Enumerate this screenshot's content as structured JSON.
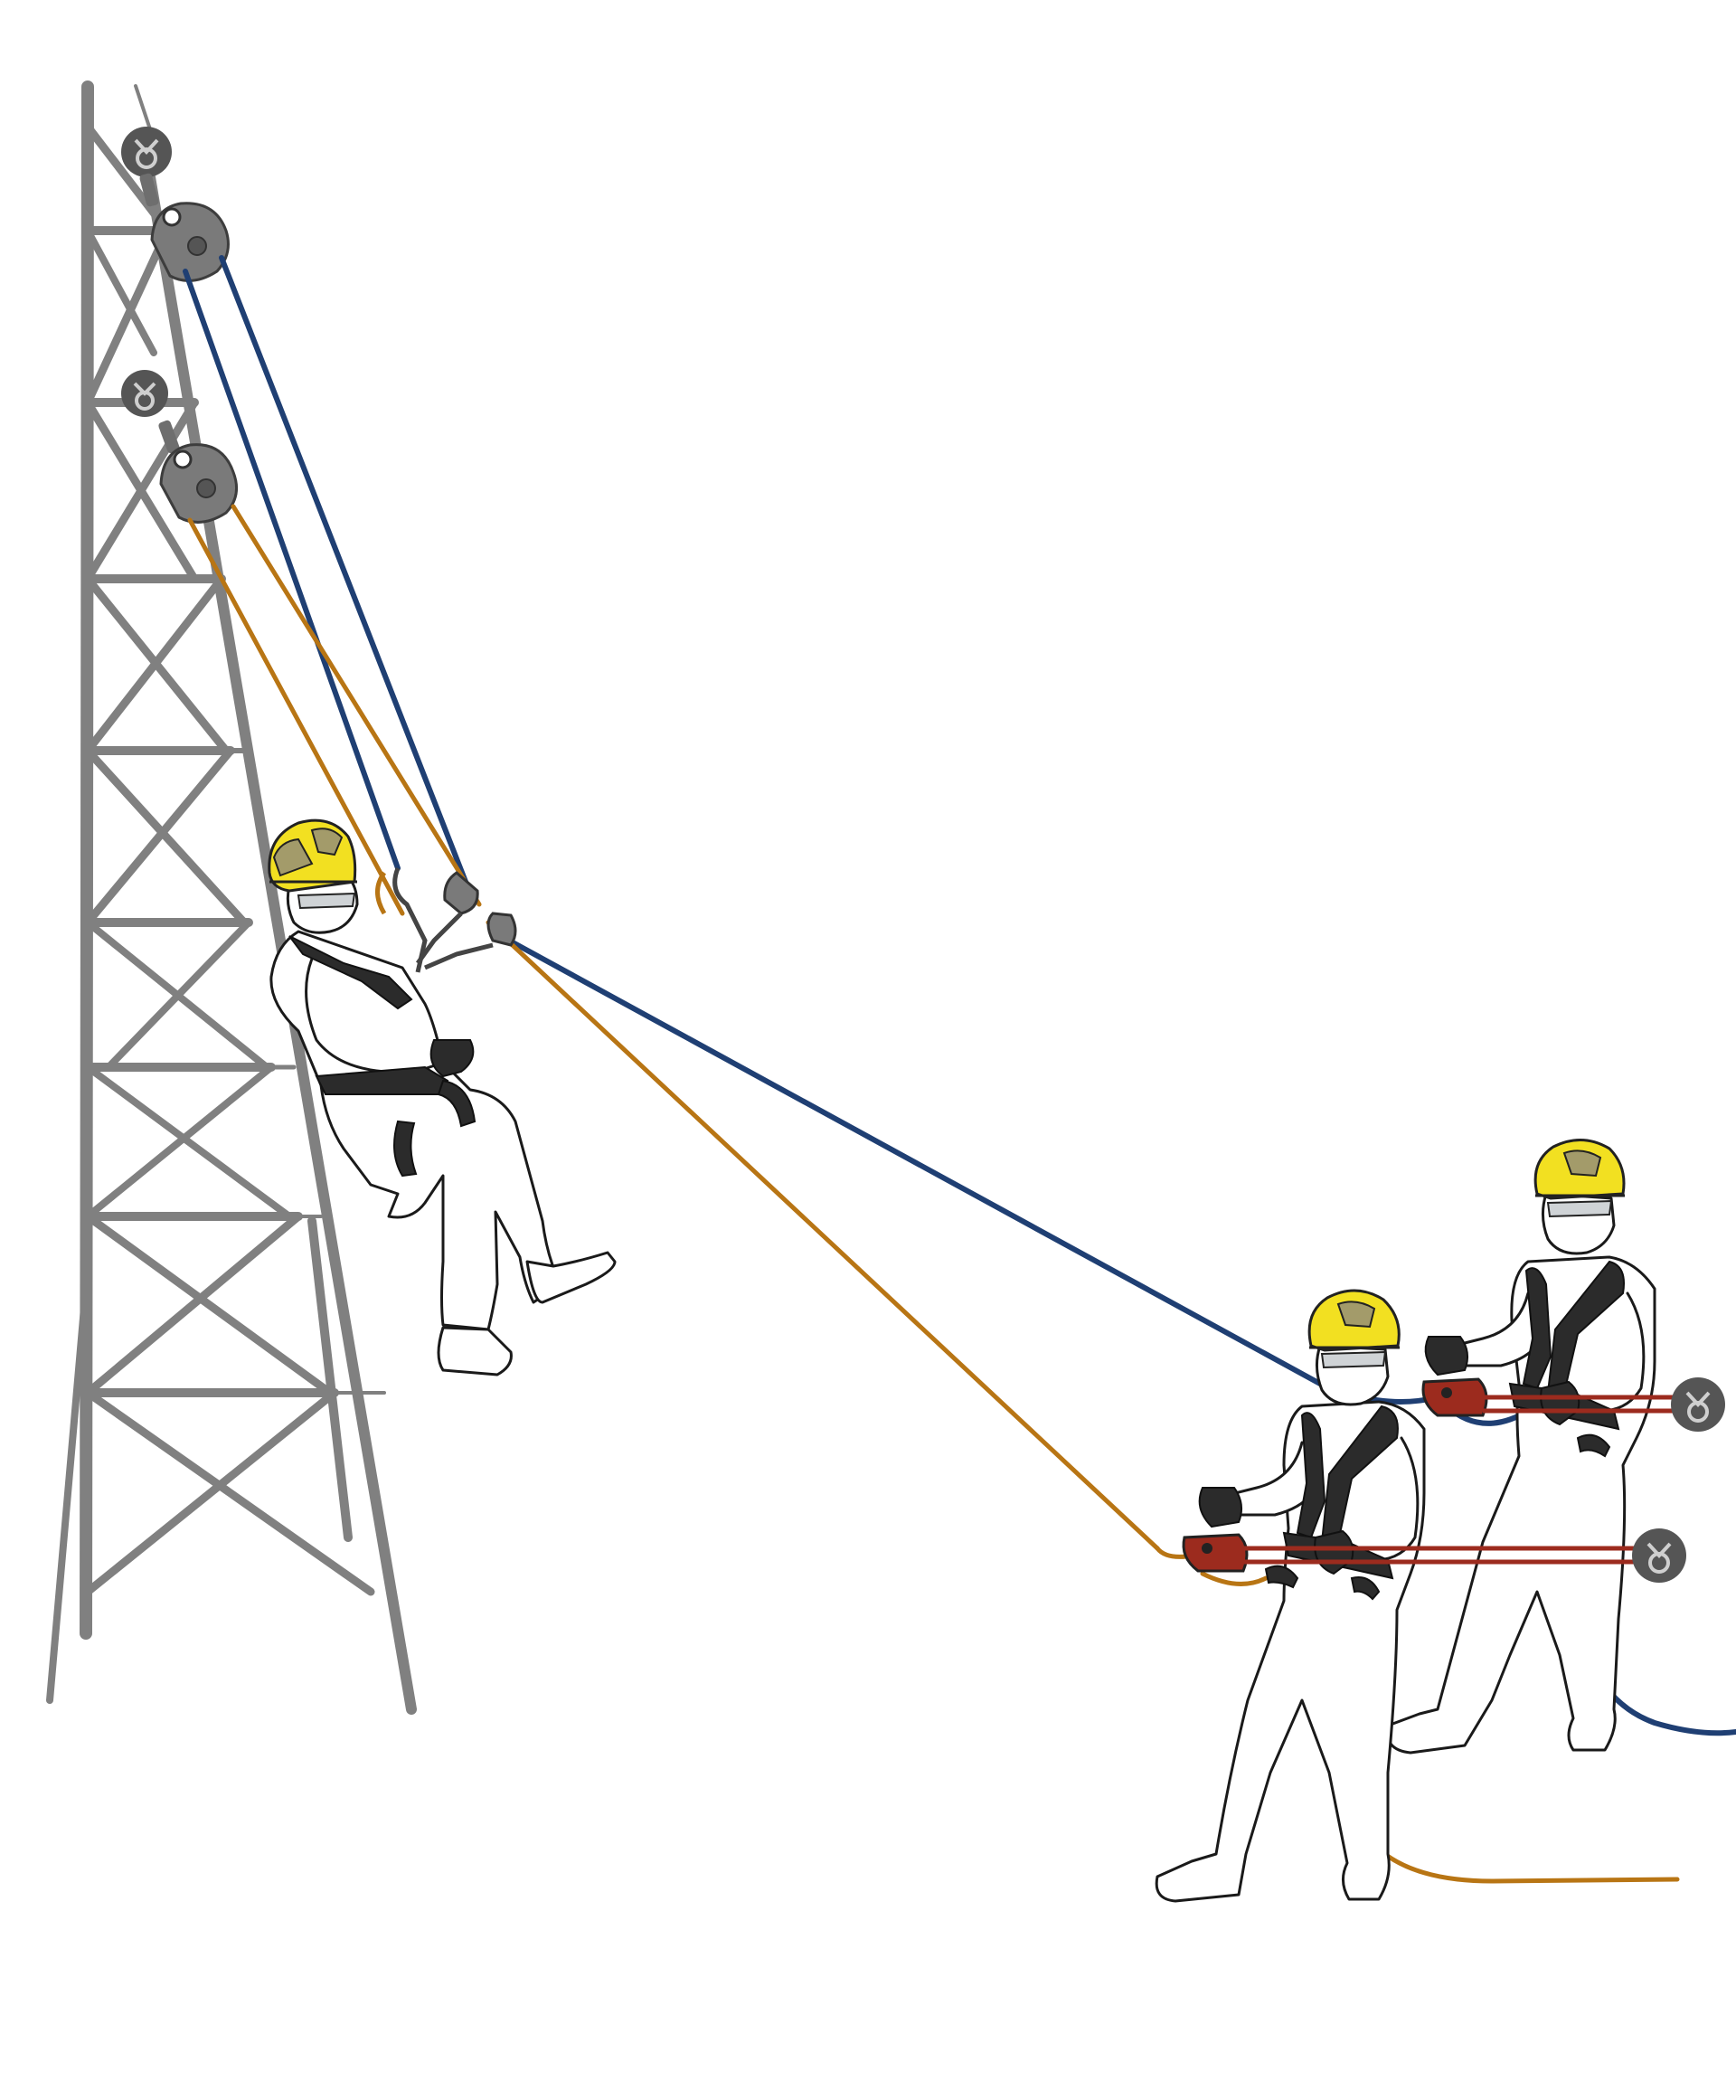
{
  "colors": {
    "background": "#ffffff",
    "tower": "#808080",
    "pulley": "#7a7a7a",
    "anchor": "#555555",
    "rope_blue": "#1f3f73",
    "rope_orange": "#b87514",
    "helmet": "#f2e021",
    "helmet_dark": "#a39b6a",
    "harness": "#2b2b2b",
    "device_red": "#9c2b1e",
    "suit": "#ffffff"
  },
  "scene": {
    "structure": "lattice-tower",
    "components": [
      {
        "name": "upper-anchor",
        "icon": "anchor-ring-icon"
      },
      {
        "name": "upper-pulley",
        "icon": "pulley-icon"
      },
      {
        "name": "lower-anchor",
        "icon": "anchor-ring-icon"
      },
      {
        "name": "lower-pulley",
        "icon": "pulley-icon"
      },
      {
        "name": "ground-anchor-front",
        "icon": "anchor-ring-icon"
      },
      {
        "name": "ground-anchor-back",
        "icon": "anchor-ring-icon"
      }
    ],
    "ropes": [
      "blue-rope",
      "orange-rope"
    ],
    "people": [
      {
        "role": "suspended-worker",
        "icon": "worker-icon"
      },
      {
        "role": "belayer-front",
        "icon": "worker-icon"
      },
      {
        "role": "belayer-back",
        "icon": "worker-icon"
      }
    ]
  }
}
